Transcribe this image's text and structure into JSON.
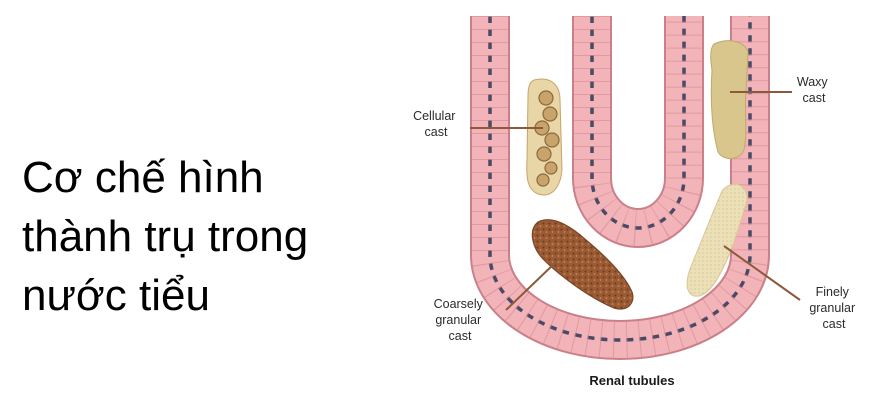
{
  "slide": {
    "title_lines": [
      "Cơ chế hình",
      "thành trụ trong",
      "nước tiểu"
    ]
  },
  "diagram": {
    "caption": "Renal tubules",
    "labels": {
      "cellular_cast": [
        "Cellular",
        "cast"
      ],
      "waxy_cast": [
        "Waxy",
        "cast"
      ],
      "coarsely_granular_cast": [
        "Coarsely",
        "granular",
        "cast"
      ],
      "finely_granular_cast": [
        "Finely",
        "granular",
        "cast"
      ]
    },
    "colors": {
      "tubule_wall": "#f2b4b8",
      "tubule_border": "#c98088",
      "nucleus": "#4a4a66",
      "cellular_cast": "#c8a36b",
      "waxy_cast": "#d9c68d",
      "coarse_cast": "#9a5a34",
      "fine_cast": "#ece0b8",
      "pointer": "#8a5a3a"
    }
  }
}
